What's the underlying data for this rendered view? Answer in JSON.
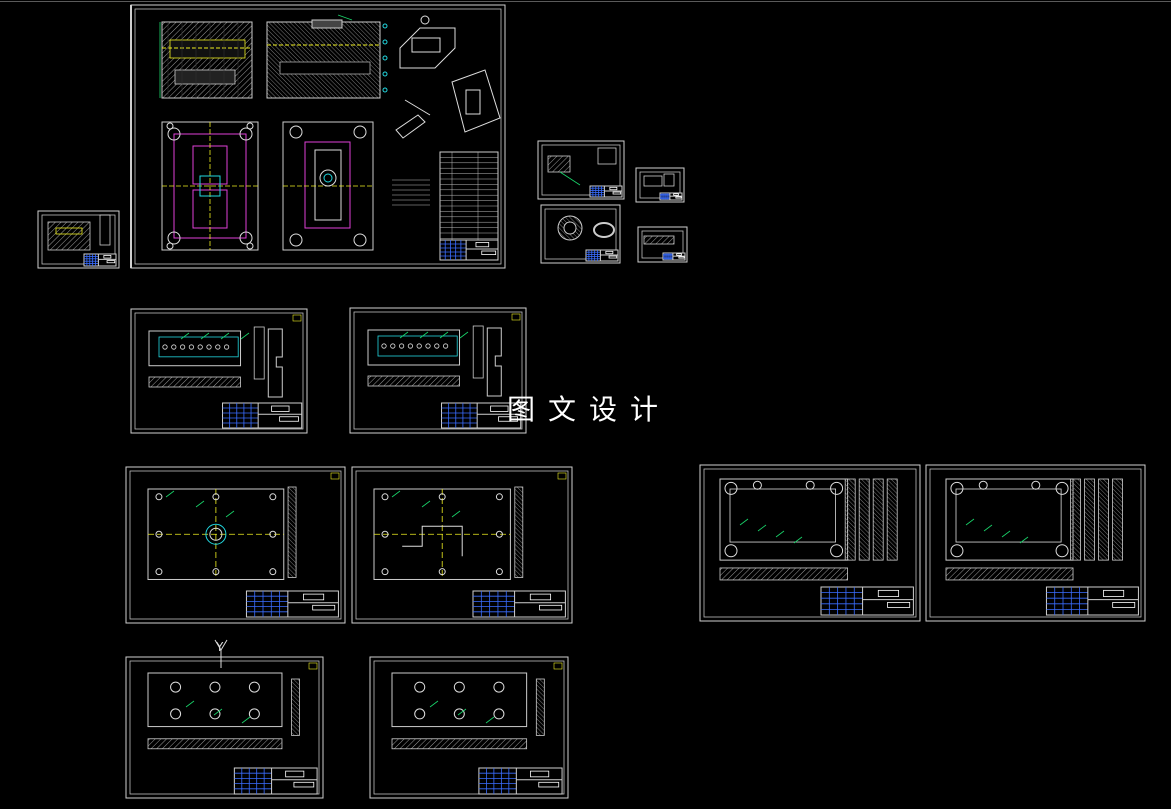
{
  "watermark": "图文设计",
  "colors": {
    "background": "#000000",
    "frame": "#cfcfcf",
    "part_blue": "#3a6dff",
    "part_green": "#19d66b",
    "part_cyan": "#22d8e0",
    "part_magenta": "#e040d8",
    "part_yellow": "#f0f020",
    "part_gray": "#8c8c8c"
  },
  "axis_label": "Y",
  "sheets": [
    {
      "id": "assembly",
      "kind": "assembly"
    },
    {
      "id": "small-left",
      "kind": "part"
    },
    {
      "id": "small-mid-1",
      "kind": "part"
    },
    {
      "id": "small-mid-2",
      "kind": "part"
    },
    {
      "id": "tiny-1",
      "kind": "part"
    },
    {
      "id": "tiny-2",
      "kind": "part"
    },
    {
      "id": "cavity-plate-1",
      "kind": "part"
    },
    {
      "id": "cavity-plate-2",
      "kind": "part"
    },
    {
      "id": "template-1",
      "kind": "part"
    },
    {
      "id": "template-2",
      "kind": "part"
    },
    {
      "id": "template-3",
      "kind": "part"
    },
    {
      "id": "template-4",
      "kind": "part"
    },
    {
      "id": "plate-1",
      "kind": "part"
    },
    {
      "id": "plate-2",
      "kind": "part"
    }
  ]
}
